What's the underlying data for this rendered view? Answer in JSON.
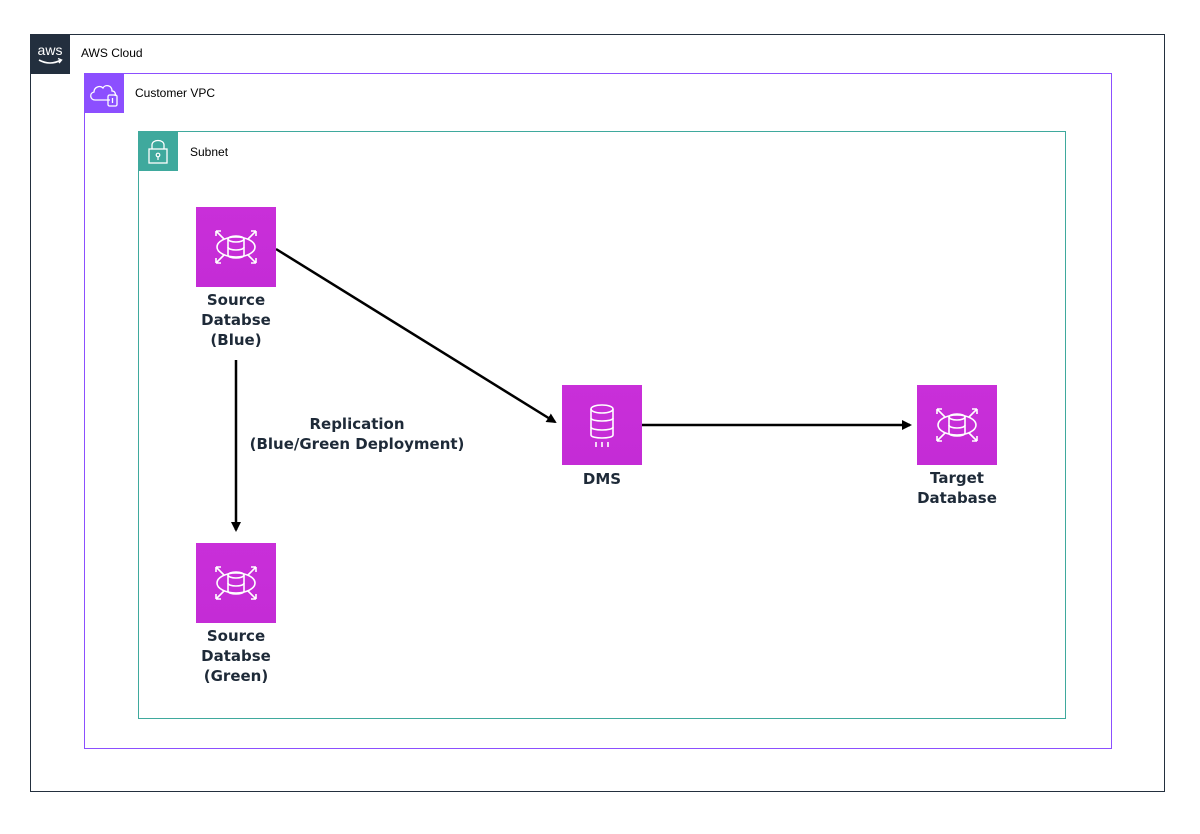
{
  "groups": {
    "aws_cloud": {
      "label": "AWS Cloud",
      "logo_text": "aws",
      "color": "#232f3e"
    },
    "vpc": {
      "label": "Customer VPC",
      "color": "#8c4fff"
    },
    "subnet": {
      "label": "Subnet",
      "color": "#3fa99d"
    }
  },
  "nodes": {
    "source_blue": {
      "label": "Source\nDatabse\n(Blue)",
      "icon": "rds-database-icon"
    },
    "source_green": {
      "label": "Source\nDatabse\n(Green)",
      "icon": "rds-database-icon"
    },
    "dms": {
      "label": "DMS",
      "icon": "dms-database-icon"
    },
    "target": {
      "label": "Target\nDatabase",
      "icon": "rds-database-icon"
    }
  },
  "edges": {
    "replication": {
      "label": "Replication\n(Blue/Green Deployment)"
    }
  },
  "colors": {
    "node_fill": "#c62ad8",
    "arrow": "#000000"
  }
}
